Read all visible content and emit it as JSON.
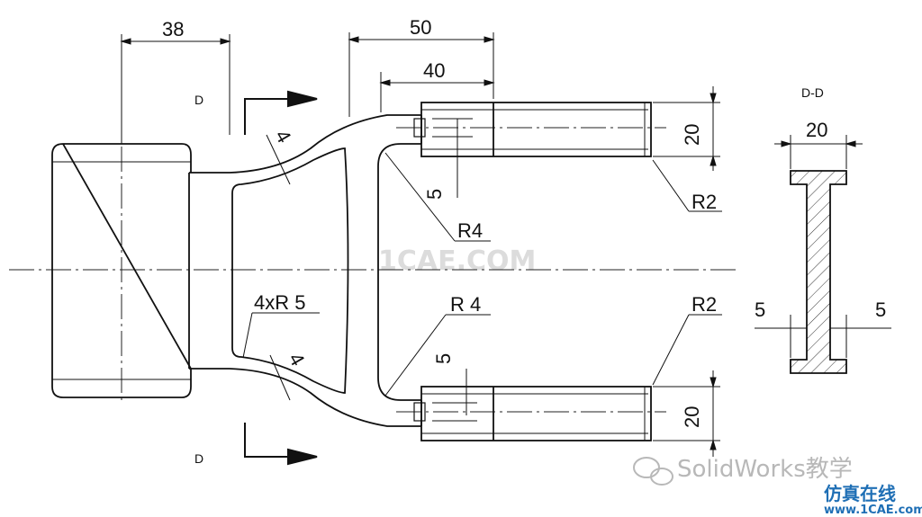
{
  "dimensions": {
    "d38": "38",
    "d50": "50",
    "d40": "40",
    "d4_top": "4",
    "d4_bottom": "4",
    "d5_top": "5",
    "d5_bottom": "5",
    "d20_top": "20",
    "d20_bottom": "20",
    "r4_top": "R4",
    "r4_bottom": "R 4",
    "r2_top": "R2",
    "r2_bottom": "R2",
    "fillet_note": "4xR 5"
  },
  "section": {
    "label_top": "D",
    "label_bottom": "D",
    "view_title": "D-D",
    "width": "20",
    "left_flange": "5",
    "right_flange": "5"
  },
  "watermark": {
    "center": "1CAE.COM",
    "brand": "SolidWorks教学",
    "site_cn": "仿真在线",
    "site_url": "www.1CAE.com"
  }
}
